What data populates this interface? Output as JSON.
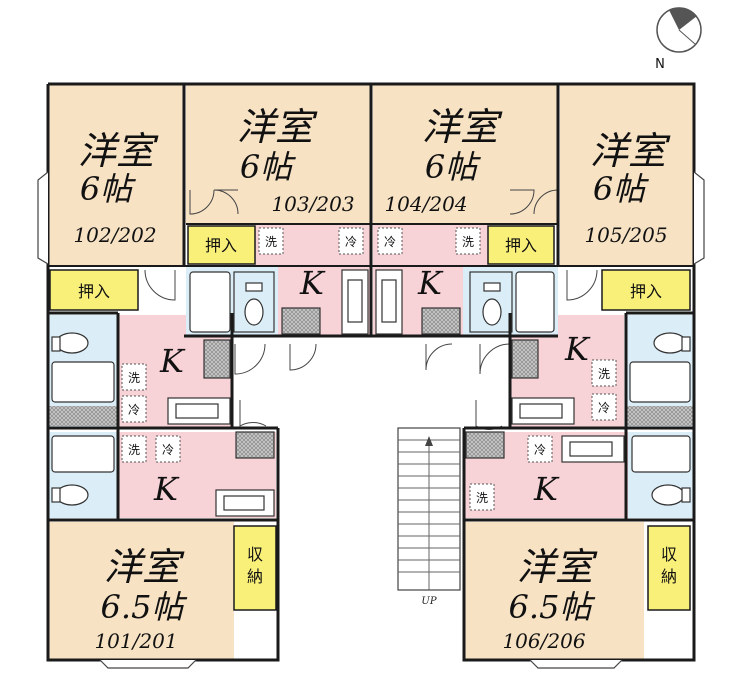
{
  "compass": {
    "label": "N"
  },
  "rooms": [
    {
      "id": "102",
      "title": "洋室",
      "size": "6帖",
      "number": "102/202"
    },
    {
      "id": "103",
      "title": "洋室",
      "size": "6帖",
      "number": "103/203"
    },
    {
      "id": "104",
      "title": "洋室",
      "size": "6帖",
      "number": "104/204"
    },
    {
      "id": "105",
      "title": "洋室",
      "size": "6帖",
      "number": "105/205"
    },
    {
      "id": "101",
      "title": "洋室",
      "size": "6.5帖",
      "number": "101/201"
    },
    {
      "id": "106",
      "title": "洋室",
      "size": "6.5帖",
      "number": "106/206"
    }
  ],
  "labels": {
    "closet": "押入",
    "storage": "収納",
    "kitchen": "K",
    "fridge": "冷",
    "washer": "洗",
    "stairs": "UP"
  },
  "colors": {
    "tatami": "#f7e2c4",
    "kitchen": "#f7d2d7",
    "closet": "#f9f07a",
    "bath": "#dbeef8",
    "wall": "#1a1a1a",
    "stair_hatch": "#a0a0a0"
  }
}
